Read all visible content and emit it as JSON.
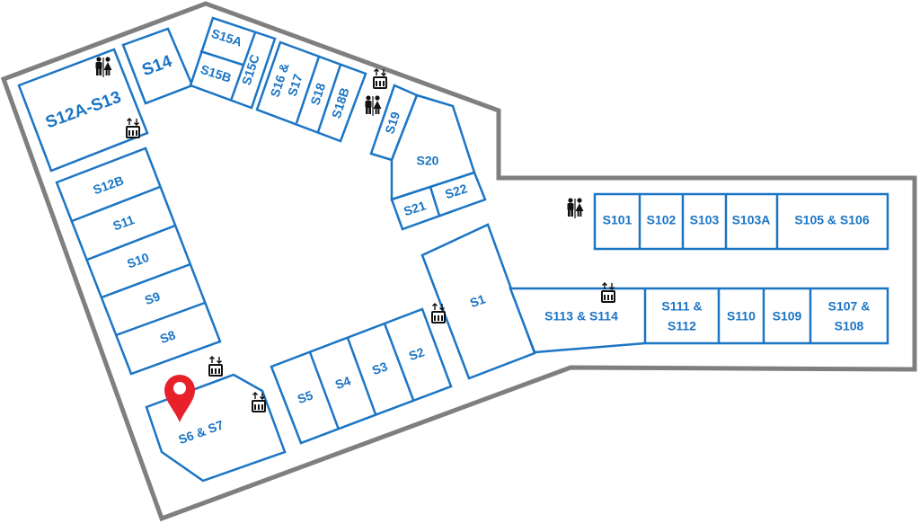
{
  "map": {
    "accent_color": "#1b75c4",
    "outline_color": "#7f7f7f",
    "pin_color": "#e8202a",
    "shops": {
      "s12a_s13": "S12A-S13",
      "s14": "S14",
      "s15a": "S15A",
      "s15b": "S15B",
      "s15c": "S15C",
      "s16_s17_line1": "S16 &",
      "s16_s17_line2": "S17",
      "s18": "S18",
      "s18b": "S18B",
      "s19": "S19",
      "s20": "S20",
      "s21": "S21",
      "s22": "S22",
      "s12b": "S12B",
      "s11": "S11",
      "s10": "S10",
      "s9": "S9",
      "s8": "S8",
      "s6_s7": "S6 & S7",
      "s5": "S5",
      "s4": "S4",
      "s3": "S3",
      "s2": "S2",
      "s1": "S1",
      "s101": "S101",
      "s102": "S102",
      "s103": "S103",
      "s103a": "S103A",
      "s105_s106": "S105 & S106",
      "s113_s114": "S113 & S114",
      "s111_s112_line1": "S111 &",
      "s111_s112_line2": "S112",
      "s110": "S110",
      "s109": "S109",
      "s107_s108_line1": "S107 &",
      "s107_s108_line2": "S108"
    },
    "icons": [
      "restroom-icon",
      "elevator-icon",
      "location-pin-icon"
    ]
  }
}
